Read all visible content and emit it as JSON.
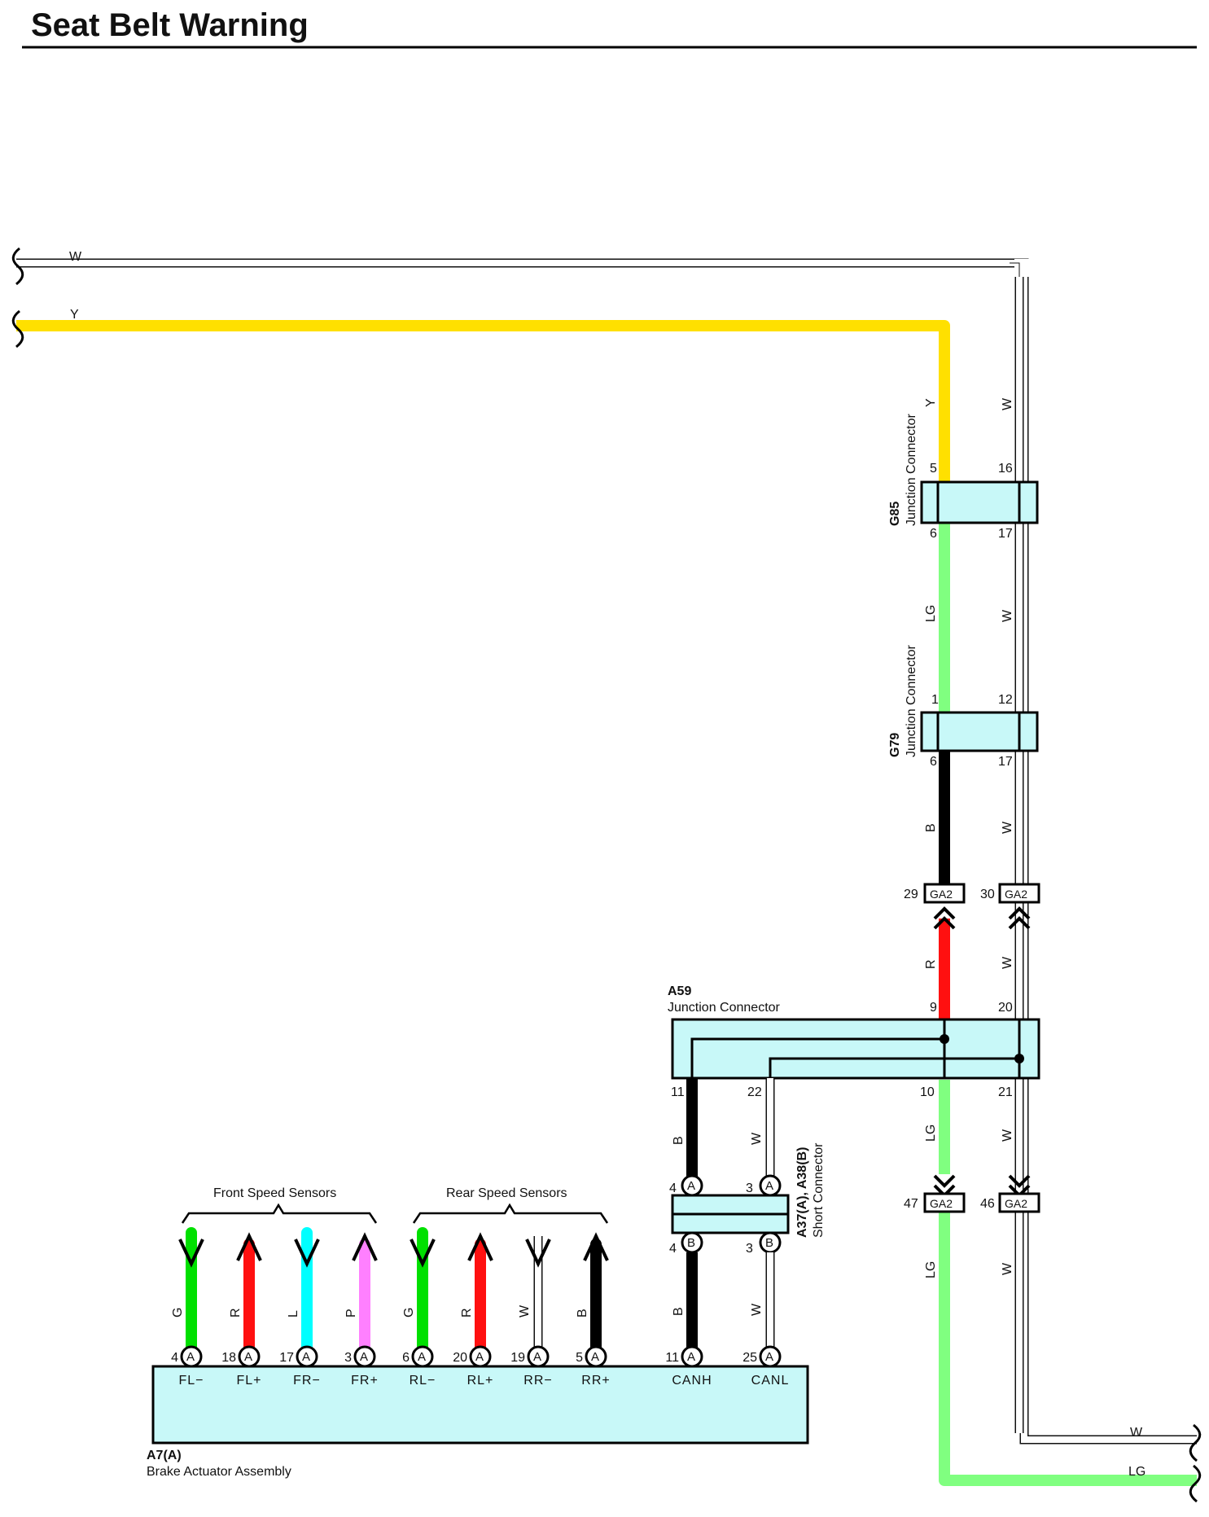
{
  "title": "Seat Belt Warning",
  "colors": {
    "Y": "#ffe000",
    "LG": "#80ff80",
    "G": "#00e000",
    "R": "#ff1010",
    "L": "#00ffff",
    "P": "#ff80ff",
    "B": "#000000",
    "W": "#ffffff",
    "connector_fill": "#c8f8f8"
  },
  "wires": {
    "top_w": "W",
    "top_y": "Y",
    "g85_y": "Y",
    "g85_w": "W",
    "g85_g79_lg": "LG",
    "g85_g79_w": "W",
    "g79_b": "B",
    "g79_w": "W",
    "r": "R",
    "ga2_w_up": "W",
    "a59_lg": "LG",
    "a59_w": "W",
    "lower_lg": "LG",
    "lower_w": "W",
    "out_w": "W",
    "out_lg": "LG",
    "a59_b": "B",
    "a59_w2": "W",
    "short_b": "B",
    "short_w": "W"
  },
  "connectors": {
    "g85": {
      "id": "G85",
      "name": "Junction Connector",
      "pins": {
        "p5": "5",
        "p16": "16",
        "p6": "6",
        "p17": "17"
      }
    },
    "g79": {
      "id": "G79",
      "name": "Junction Connector",
      "pins": {
        "p1": "1",
        "p12": "12",
        "p6": "6",
        "p17": "17"
      }
    },
    "ga2_top": {
      "left_pin": "29",
      "right_pin": "30",
      "label": "GA2"
    },
    "a59": {
      "id": "A59",
      "name": "Junction Connector",
      "pins": {
        "p9": "9",
        "p20": "20",
        "p11": "11",
        "p22": "22",
        "p10": "10",
        "p21": "21"
      }
    },
    "ga2_bottom": {
      "left_pin": "47",
      "right_pin": "46",
      "label": "GA2"
    },
    "short": {
      "id": "A37(A), A38(B)",
      "name": "Short Connector",
      "top_pins": [
        "4",
        "3"
      ],
      "bottom_pins": [
        "4",
        "3"
      ],
      "letter_top": "A",
      "letter_bottom": "B"
    },
    "a7": {
      "id": "A7(A)",
      "name": "Brake Actuator Assembly",
      "letter": "A"
    }
  },
  "sensor_groups": {
    "front": "Front Speed Sensors",
    "rear": "Rear Speed Sensors"
  },
  "sensors": [
    {
      "color": "G",
      "label": "G",
      "pin": "4",
      "signal": "FL−",
      "dir": "down"
    },
    {
      "color": "R",
      "label": "R",
      "pin": "18",
      "signal": "FL+",
      "dir": "up"
    },
    {
      "color": "L",
      "label": "L",
      "pin": "17",
      "signal": "FR−",
      "dir": "down"
    },
    {
      "color": "P",
      "label": "P",
      "pin": "3",
      "signal": "FR+",
      "dir": "up"
    },
    {
      "color": "G",
      "label": "G",
      "pin": "6",
      "signal": "RL−",
      "dir": "down"
    },
    {
      "color": "R",
      "label": "R",
      "pin": "20",
      "signal": "RL+",
      "dir": "up"
    },
    {
      "color": "W",
      "label": "W",
      "pin": "19",
      "signal": "RR−",
      "dir": "down"
    },
    {
      "color": "B",
      "label": "B",
      "pin": "5",
      "signal": "RR+",
      "dir": "up"
    }
  ],
  "can": [
    {
      "color": "B",
      "label": "B",
      "pin": "11",
      "signal": "CANH"
    },
    {
      "color": "W",
      "label": "W",
      "pin": "25",
      "signal": "CANL"
    }
  ]
}
